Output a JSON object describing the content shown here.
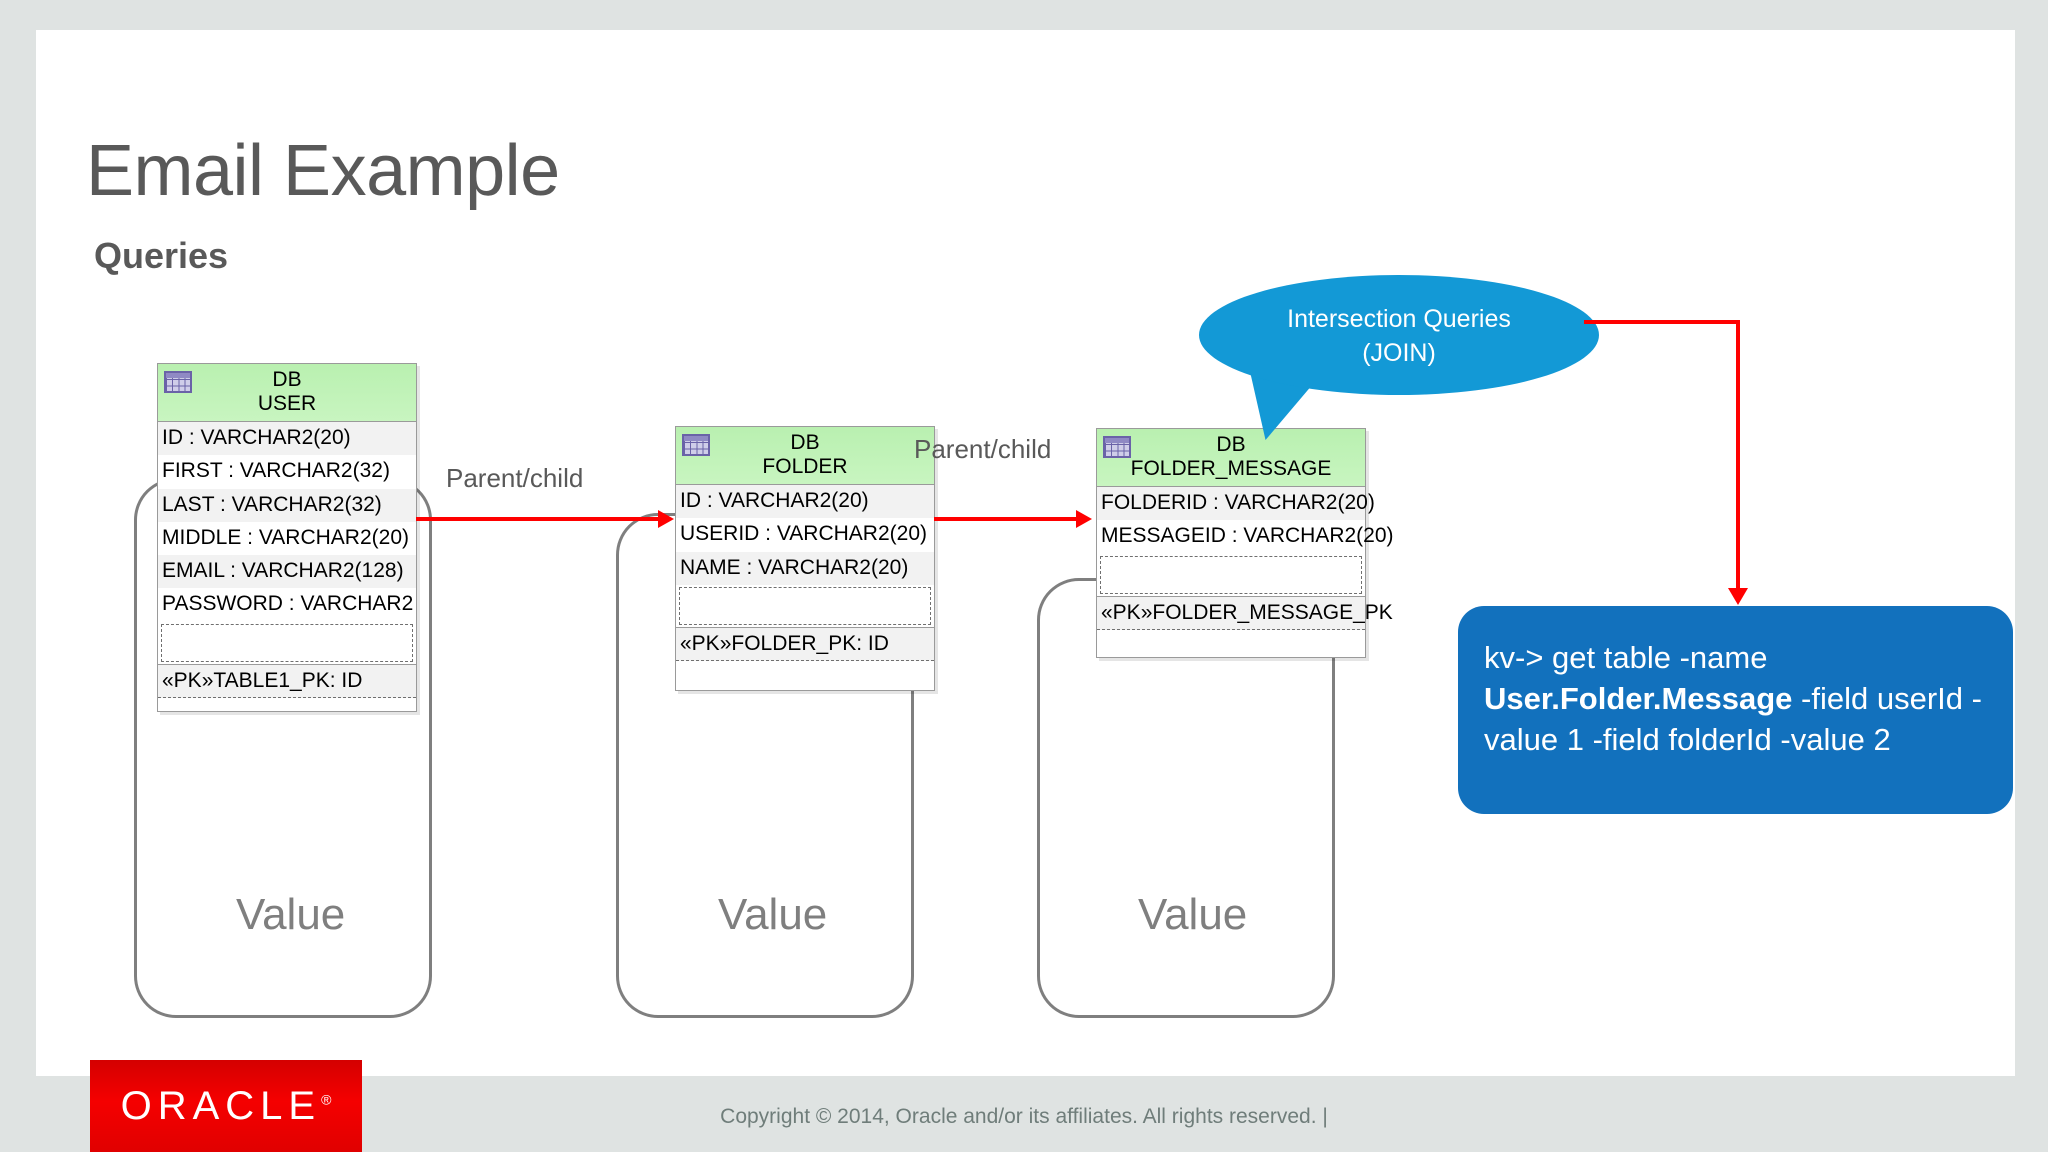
{
  "slide": {
    "title": "Email Example",
    "subtitle": "Queries"
  },
  "colors": {
    "page_background": "#dfe3e2",
    "slide_background": "#ffffff",
    "title_text": "#595959",
    "table_header_green": "#b5eeac",
    "table_icon_purple": "#6a62a8",
    "callout_blue": "#1399d6",
    "command_box_blue": "#1271bd",
    "connector_red": "#ff0000",
    "value_outline_gray": "#7f7f7f",
    "oracle_red": "#f50000"
  },
  "tables": [
    {
      "stereotype": "DB",
      "name": "USER",
      "icon": "table-grid-icon",
      "attributes": [
        "ID : VARCHAR2(20)",
        "FIRST : VARCHAR2(32)",
        "LAST : VARCHAR2(32)",
        "MIDDLE : VARCHAR2(20)",
        "EMAIL : VARCHAR2(128)",
        "PASSWORD : VARCHAR2"
      ],
      "primary_key": "«PK»TABLE1_PK: ID",
      "value_label": "Value"
    },
    {
      "stereotype": "DB",
      "name": "FOLDER",
      "icon": "table-grid-icon",
      "attributes": [
        "ID : VARCHAR2(20)",
        "USERID : VARCHAR2(20)",
        "NAME : VARCHAR2(20)"
      ],
      "primary_key": "«PK»FOLDER_PK: ID",
      "value_label": "Value"
    },
    {
      "stereotype": "DB",
      "name": "FOLDER_MESSAGE",
      "icon": "table-grid-icon",
      "attributes": [
        "FOLDERID : VARCHAR2(20)",
        "MESSAGEID : VARCHAR2(20)"
      ],
      "primary_key": "«PK»FOLDER_MESSAGE_PK",
      "value_label": "Value"
    }
  ],
  "relations": [
    {
      "label": "Parent/child"
    },
    {
      "label": "Parent/child"
    }
  ],
  "callout": {
    "line1": "Intersection Queries",
    "line2": "(JOIN)"
  },
  "command_box": {
    "prefix": "kv-> get table -name ",
    "table_path": "User.Folder.Message",
    "suffix": " -field userId -value 1 -field folderId -value 2"
  },
  "footer": {
    "logo_text": "ORACLE",
    "logo_mark": "®",
    "copyright": "Copyright © 2014, Oracle and/or its affiliates. All rights reserved.  |"
  }
}
